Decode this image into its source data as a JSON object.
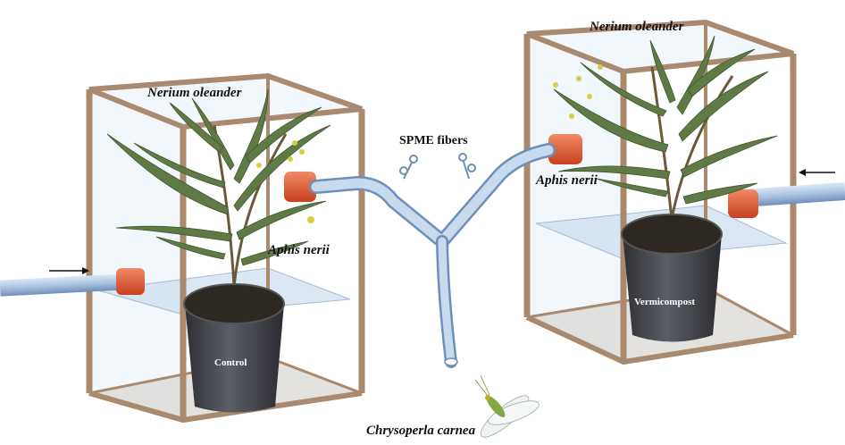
{
  "labels": {
    "left_plant": "Nerium oleander",
    "right_plant": "Nerium oleander",
    "left_aphid": "Aphis nerii",
    "right_aphid": "Aphis nerii",
    "spme": "SPME fibers",
    "left_pot": "Control",
    "right_pot": "Vermicompost",
    "insect": "Chrysoperla carnea"
  },
  "colors": {
    "frame": "#a98a6e",
    "glass": "#dce8f2",
    "tube": "#a9c3e2",
    "connector": "#e05a35",
    "pot": "#4a4c52",
    "soil": "#2e2823",
    "leaf": "#5f7a45",
    "aphid": "#d6cf42"
  }
}
